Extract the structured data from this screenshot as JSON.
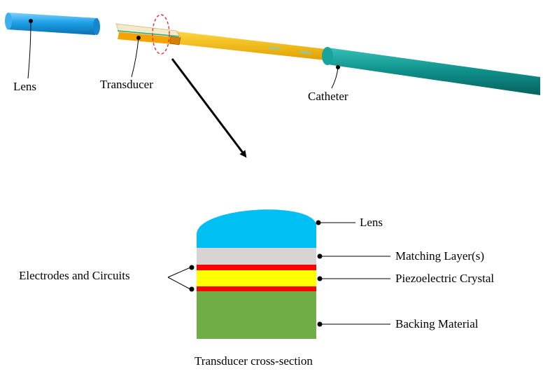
{
  "top_labels": {
    "lens": "Lens",
    "transducer": "Transducer",
    "catheter": "Catheter"
  },
  "cross_section": {
    "caption": "Transducer cross-section",
    "left_label": "Electrodes and Circuits",
    "right_labels": {
      "lens": "Lens",
      "matching": "Matching Layer(s)",
      "piezo": "Piezoelectric Crystal",
      "backing": "Backing Material"
    }
  },
  "colors": {
    "lens_blue": "#1ea0e6",
    "catheter_teal": "#0f8f8a",
    "shaft_yellow": "#f0b400",
    "lens_layer": "#00bff3",
    "matching_layer": "#d9d4d4",
    "electrode_red": "#ff0000",
    "piezo_yellow": "#ffff00",
    "backing_green": "#70ad47",
    "highlight_red": "#e03030"
  }
}
